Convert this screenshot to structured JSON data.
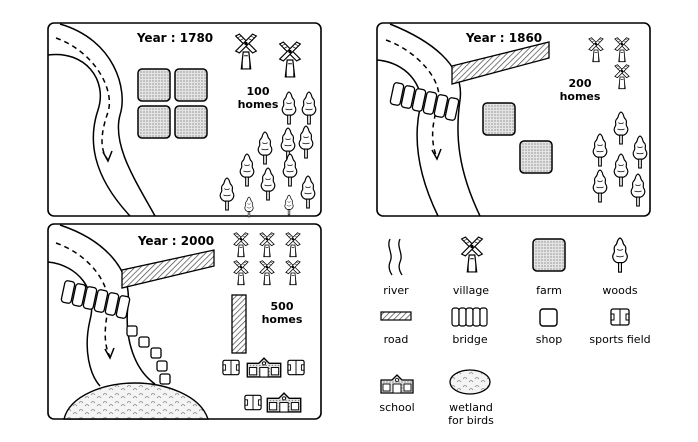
{
  "panels": [
    {
      "title": "Year : 1780",
      "count": "100",
      "unit": "homes"
    },
    {
      "title": "Year : 1860",
      "count": "200",
      "unit": "homes"
    },
    {
      "title": "Year : 2000",
      "count": "500",
      "unit": "homes"
    }
  ],
  "legend": [
    {
      "icon": "river-icon",
      "label": "river"
    },
    {
      "icon": "village-icon",
      "label": "village"
    },
    {
      "icon": "farm-icon",
      "label": "farm"
    },
    {
      "icon": "woods-icon",
      "label": "woods"
    },
    {
      "icon": "road-icon",
      "label": "road"
    },
    {
      "icon": "bridge-icon",
      "label": "bridge"
    },
    {
      "icon": "shop-icon",
      "label": "shop"
    },
    {
      "icon": "sports-field-icon",
      "label": "sports field"
    },
    {
      "icon": "school-icon",
      "label": "school"
    },
    {
      "icon": "wetland-icon",
      "label_line1": "wetland",
      "label_line2": "for birds"
    }
  ]
}
